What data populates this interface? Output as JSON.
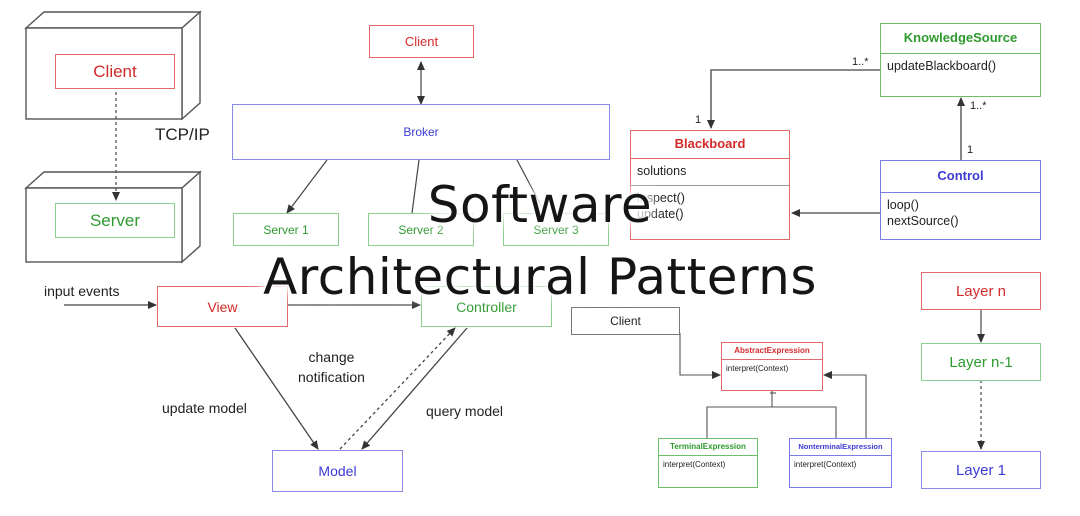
{
  "title": {
    "line1": "Software",
    "line2": "Architectural Patterns"
  },
  "client_server": {
    "client": "Client",
    "server": "Server",
    "link": "TCP/IP"
  },
  "broker": {
    "client": "Client",
    "broker": "Broker",
    "server1": "Server 1",
    "server2": "Server 2",
    "server3": "Server 3"
  },
  "blackboard": {
    "knowledge_source": {
      "name": "KnowledgeSource",
      "method": "updateBlackboard()"
    },
    "blackboard": {
      "name": "Blackboard",
      "attr": "solutions",
      "method1": "inspect()",
      "method2": "update()"
    },
    "control": {
      "name": "Control",
      "method1": "loop()",
      "method2": "nextSource()"
    },
    "mult_ks_bb": "1..*",
    "mult_bb": "1",
    "mult_ks_ctrl": "1..*",
    "mult_ctrl": "1"
  },
  "mvc": {
    "input_events": "input events",
    "view": "View",
    "controller": "Controller",
    "model": "Model",
    "update_model": "update model",
    "change_notification_1": "change",
    "change_notification_2": "notification",
    "query_model": "query model"
  },
  "interpreter": {
    "client": "Client",
    "abstract": {
      "name": "AbstractExpression",
      "method": "interpret(Context)"
    },
    "terminal": {
      "name": "TerminalExpression",
      "method": "interpret(Context)"
    },
    "nonterminal": {
      "name": "NonterminalExpression",
      "method": "interpret(Context)"
    }
  },
  "layers": {
    "top": "Layer n",
    "mid": "Layer n-1",
    "bottom": "Layer 1"
  }
}
